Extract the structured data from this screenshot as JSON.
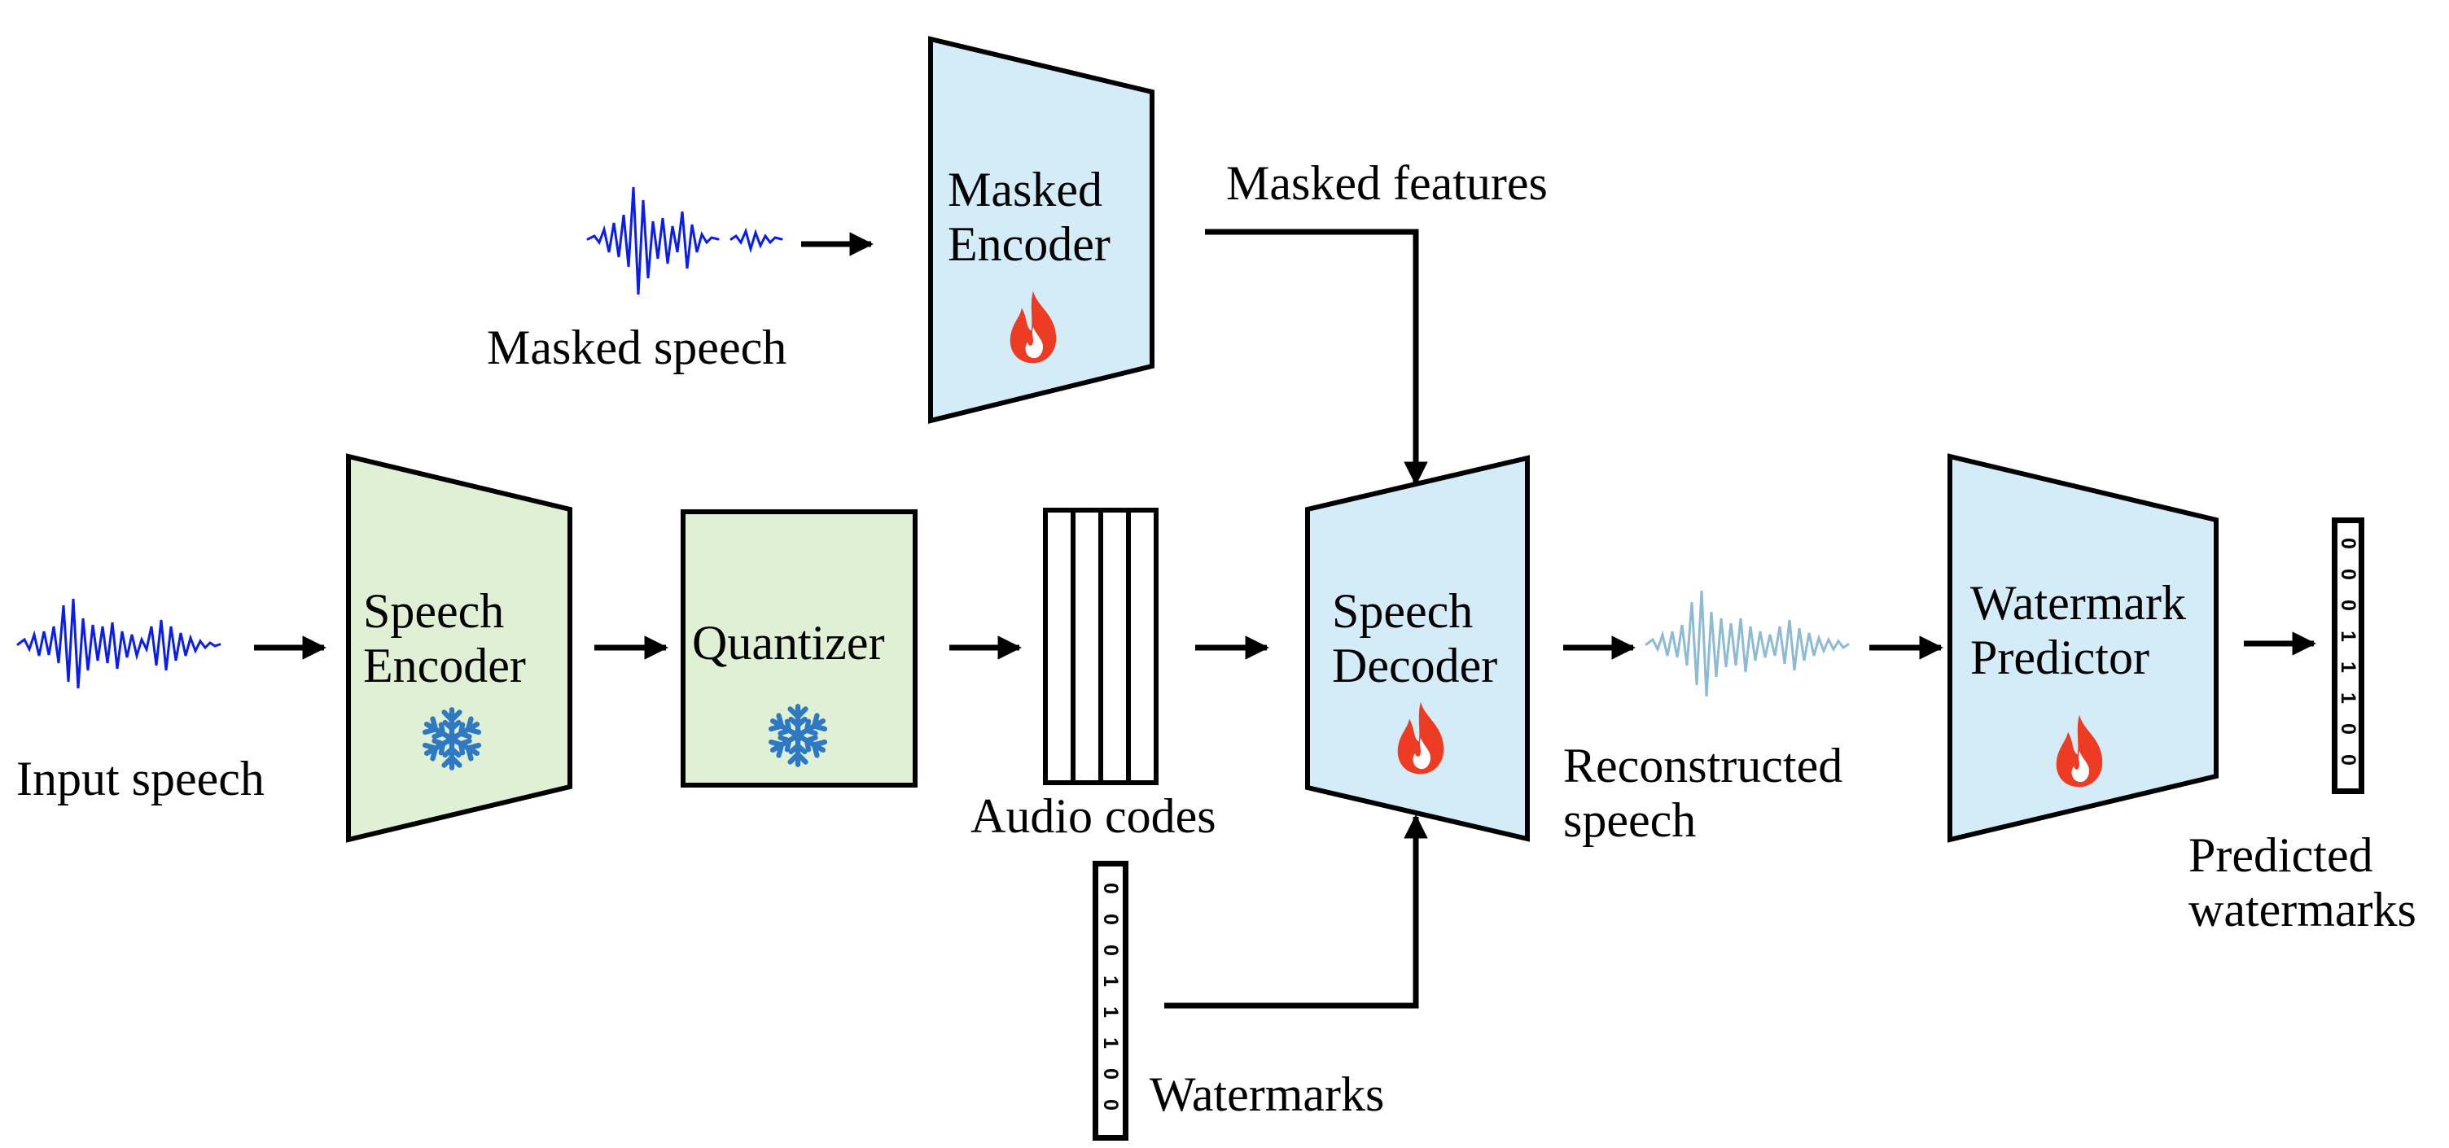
{
  "colors": {
    "frozen_fill": "#dff0d4",
    "trainable_fill": "#d3ecf8",
    "input_wave": "#0a1df0",
    "reconstructed_wave": "#8dbbd3",
    "fire": "#ee3b24",
    "snowflake": "#2f78c2",
    "outline": "#000000"
  },
  "labels": {
    "input_speech": "Input speech",
    "masked_speech": "Masked speech",
    "masked_features": "Masked features",
    "audio_codes": "Audio codes",
    "watermarks": "Watermarks",
    "reconstructed_speech": [
      "Reconstructed",
      "speech"
    ],
    "predicted_watermarks": [
      "Predicted",
      "watermarks"
    ]
  },
  "modules": {
    "speech_encoder": {
      "lines": [
        "Speech",
        "Encoder"
      ],
      "state": "frozen",
      "icon": "snowflake-icon"
    },
    "quantizer": {
      "lines": [
        "Quantizer"
      ],
      "state": "frozen",
      "icon": "snowflake-icon"
    },
    "masked_encoder": {
      "lines": [
        "Masked",
        "Encoder"
      ],
      "state": "trainable",
      "icon": "fire-icon"
    },
    "speech_decoder": {
      "lines": [
        "Speech",
        "Decoder"
      ],
      "state": "trainable",
      "icon": "fire-icon"
    },
    "watermark_predictor": {
      "lines": [
        "Watermark",
        "Predictor"
      ],
      "state": "trainable",
      "icon": "fire-icon"
    }
  },
  "watermark_bits": [
    "0",
    "0",
    "0",
    "1",
    "1",
    "1",
    "0",
    "0"
  ],
  "predicted_bits": [
    "0",
    "0",
    "0",
    "1",
    "1",
    "1",
    "0",
    "0"
  ]
}
